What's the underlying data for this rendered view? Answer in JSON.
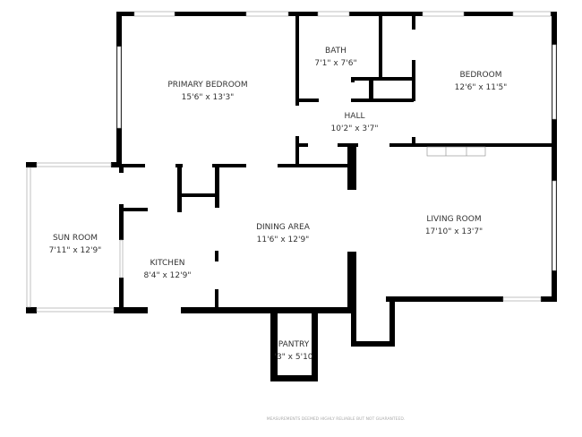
{
  "rooms": {
    "primary_bedroom": {
      "name": "PRIMARY BEDROOM",
      "size": "15'6\" x 13'3\""
    },
    "bath": {
      "name": "BATH",
      "size": "7'1\" x 7'6\""
    },
    "bedroom": {
      "name": "BEDROOM",
      "size": "12'6\" x 11'5\""
    },
    "hall": {
      "name": "HALL",
      "size": "10'2\" x 3'7\""
    },
    "sun_room": {
      "name": "SUN ROOM",
      "size": "7'11\" x 12'9\""
    },
    "kitchen": {
      "name": "KITCHEN",
      "size": "8'4\" x 12'9\""
    },
    "dining_area": {
      "name": "DINING AREA",
      "size": "11'6\" x 12'9\""
    },
    "living_room": {
      "name": "LIVING ROOM",
      "size": "17'10\" x 13'7\""
    },
    "pantry": {
      "name": "PANTRY",
      "size": "'3\" x 5'10"
    }
  },
  "footer": "MEASUREMENTS DEEMED HIGHLY RELIABLE BUT NOT GUARANTEED.",
  "colors": {
    "walls": "#000000",
    "background": "#ffffff",
    "text": "#333333"
  }
}
